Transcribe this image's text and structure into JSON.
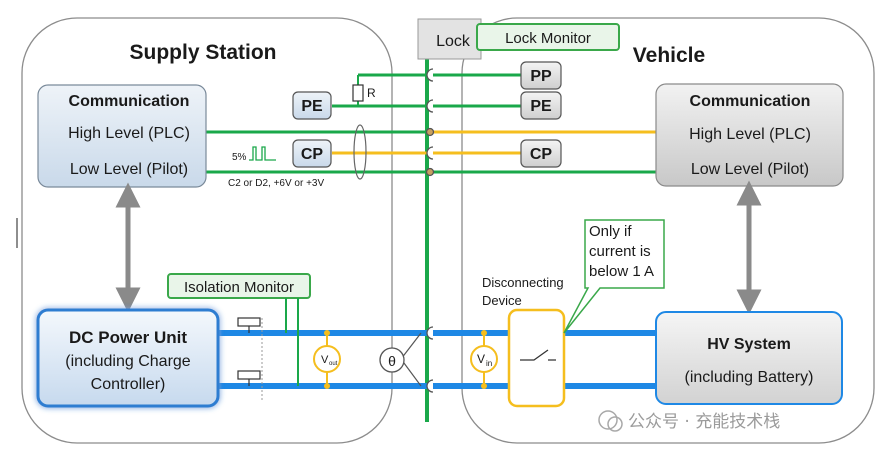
{
  "supply_station": {
    "title": "Supply Station",
    "communication": {
      "title": "Communication",
      "high_level": "High Level (PLC)",
      "low_level": "Low Level (Pilot)"
    },
    "dc_power_unit": {
      "title": "DC Power Unit",
      "line2": "(including Charge",
      "line3": "Controller)"
    },
    "isolation_monitor": "Isolation Monitor",
    "pe_label": "PE",
    "cp_label": "CP",
    "resistor_label": "R",
    "pwm_label": "5%",
    "cp_states": "C2 or D2, +6V or +3V",
    "vout_label": "V",
    "vout_sub": "out",
    "theta_label": "θ"
  },
  "vehicle": {
    "title": "Vehicle",
    "communication": {
      "title": "Communication",
      "high_level": "High Level (PLC)",
      "low_level": "Low Level (Pilot)"
    },
    "hv_system": {
      "title": "HV System",
      "line2": "(including Battery)"
    },
    "pp_label": "PP",
    "pe_label": "PE",
    "cp_label": "CP",
    "disconnecting_device": {
      "line1": "Disconnecting",
      "line2": "Device"
    },
    "note": {
      "line1": "Only if",
      "line2": "current is",
      "line3": "below 1 A"
    },
    "vin_label": "V",
    "vin_sub": "in"
  },
  "lock": "Lock",
  "lock_monitor": "Lock Monitor",
  "watermark": "公众号 · 充能技术栈",
  "colors": {
    "green": "#1aa84a",
    "yellow": "#f5be1e",
    "blue": "#1e88e5",
    "gray_arrow": "#8a8a8a",
    "callout_border": "#3aa84a"
  }
}
